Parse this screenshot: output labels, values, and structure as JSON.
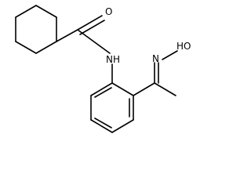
{
  "molecule": {
    "atoms": {
      "carbonyl_oxygen": "O",
      "amide_nitrogen": "NH",
      "oxime_group": "HO",
      "oxime_nitrogen": "N"
    }
  },
  "colors": {
    "bond": "#000000",
    "label": "#000000",
    "background": "#ffffff"
  }
}
